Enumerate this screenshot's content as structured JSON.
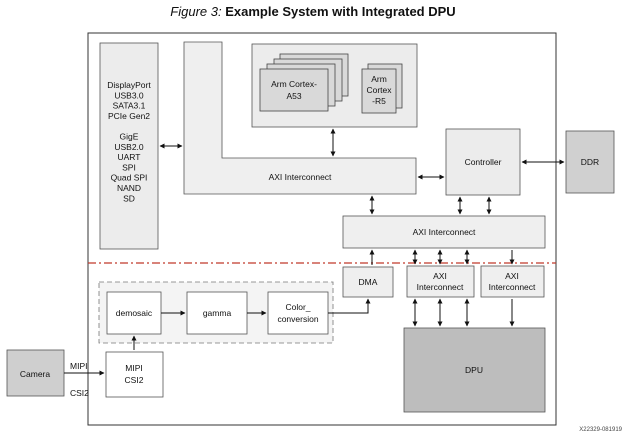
{
  "caption": {
    "figure_label": "Figure 3:",
    "title": "Example System with Integrated DPU"
  },
  "blocks": {
    "peripherals": [
      "DisplayPort",
      "USB3.0",
      "SATA3.1",
      "PCIe Gen2",
      "",
      "GigE",
      "USB2.0",
      "UART",
      "SPI",
      "Quad SPI",
      "NAND",
      "SD"
    ],
    "a53": [
      "Arm Cortex-",
      "A53"
    ],
    "r5": [
      "Arm",
      "Cortex",
      "-R5"
    ],
    "axi_top": "AXI Interconnect",
    "controller": "Controller",
    "ddr": "DDR",
    "axi_mid": "AXI Interconnect",
    "dma": "DMA",
    "axi_left": [
      "AXI",
      "Interconnect"
    ],
    "axi_right": [
      "AXI",
      "Interconnect"
    ],
    "demosaic": "demosaic",
    "gamma": "gamma",
    "color_conv": [
      "Color_",
      "conversion"
    ],
    "mipi_csi2": [
      "MIPI",
      "CSI2"
    ],
    "camera": "Camera",
    "dpu": "DPU"
  },
  "edges": {
    "mipi": "MIPI",
    "csi2": "CSI2"
  },
  "footer_id": "X22329-081919"
}
